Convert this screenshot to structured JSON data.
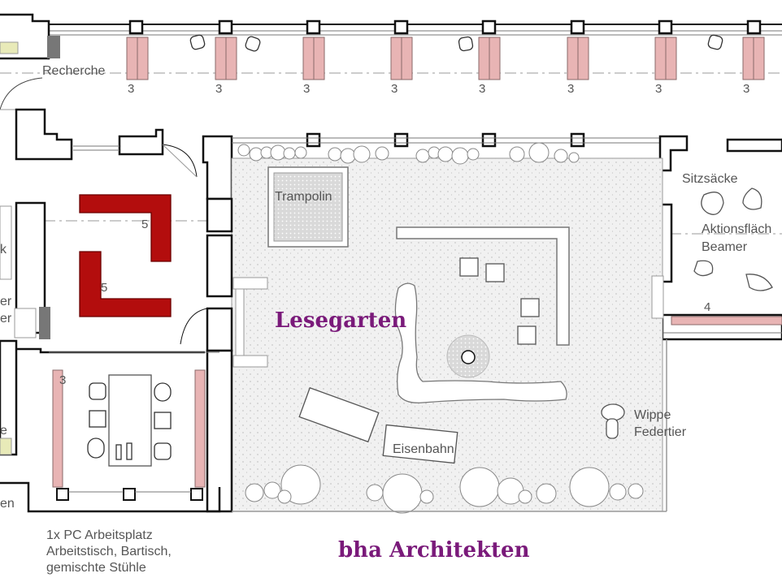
{
  "colors": {
    "wall": "#111111",
    "seat": "#e8b4b4",
    "shelf": "#b30d0d",
    "garden": "#ececec",
    "accent": "#7a1a7a",
    "text": "#555555",
    "yellow": "#e8eab8"
  },
  "rooms": {
    "recherche": "Recherche",
    "lesegarten": "Lesegarten",
    "trampolin": "Trampolin",
    "eisenbahn": "Eisenbahn",
    "sitzsaecke": "Sitzsäcke",
    "aktionsflaeche": "Aktionsfläch",
    "beamer": "Beamer",
    "wippe": "Wippe",
    "federtier": "Federtier"
  },
  "seat_counts": {
    "top": "3",
    "shelf_upper": "5",
    "shelf_lower": "5",
    "work_room": "3",
    "right_room": "4"
  },
  "edge_fragments": {
    "a": "k",
    "b": "er",
    "c": "er",
    "d": "e",
    "e": "en"
  },
  "note": {
    "line1": "1x PC Arbeitsplatz",
    "line2": "Arbeitstisch, Bartisch,",
    "line3": "gemischte Stühle"
  },
  "footer": "bha Architekten"
}
